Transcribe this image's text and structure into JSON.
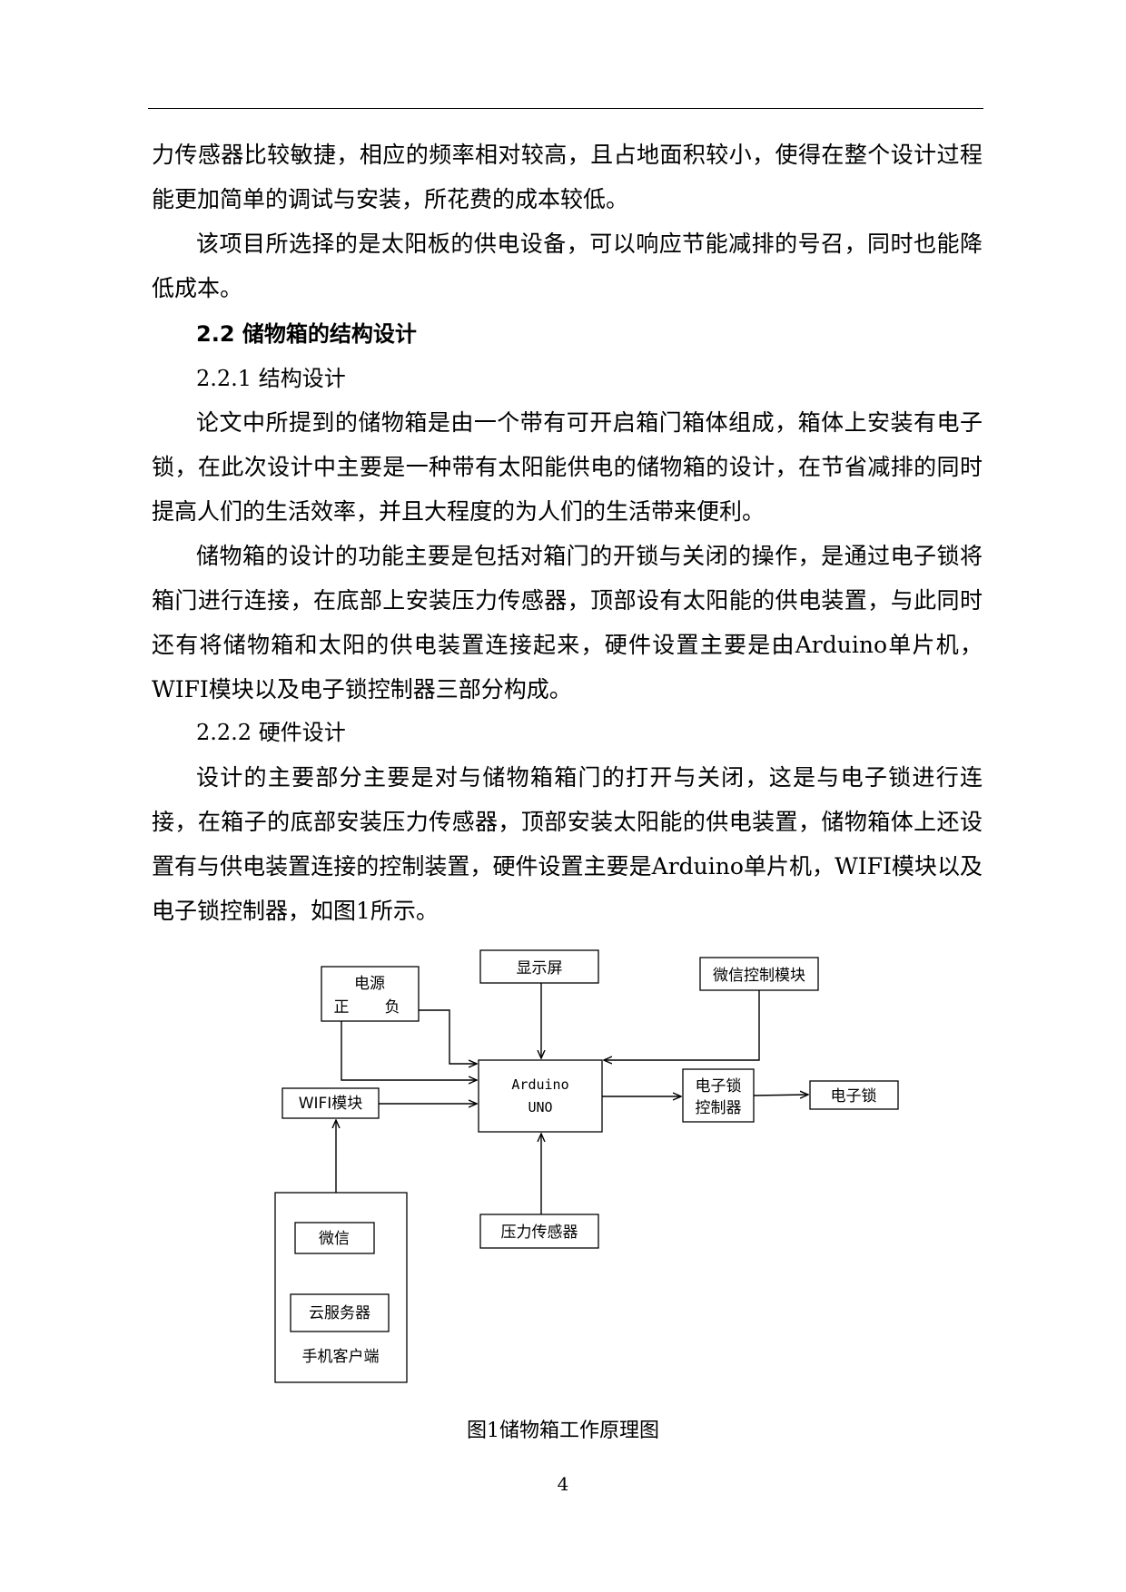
{
  "paragraphs": {
    "p1": "力传感器比较敏捷，相应的频率相对较高，且占地面积较小，使得在整个设计过程能更加简单的调试与安装，所花费的成本较低。",
    "p2": "该项目所选择的是太阳板的供电设备，可以响应节能减排的号召，同时也能降低成本。",
    "p3": "论文中所提到的储物箱是由一个带有可开启箱门箱体组成，箱体上安装有电子锁，在此次设计中主要是一种带有太阳能供电的储物箱的设计，在节省减排的同时提高人们的生活效率，并且大程度的为人们的生活带来便利。",
    "p4": "储物箱的设计的功能主要是包括对箱门的开锁与关闭的操作，是通过电子锁将箱门进行连接，在底部上安装压力传感器，顶部设有太阳能的供电装置，与此同时还有将储物箱和太阳的供电装置连接起来，硬件设置主要是由Arduino单片机，WIFI模块以及电子锁控制器三部分构成。",
    "p5": "设计的主要部分主要是对与储物箱箱门的打开与关闭，这是与电子锁进行连接，在箱子的底部安装压力传感器，顶部安装太阳能的供电装置，储物箱体上还设置有与供电装置连接的控制装置，硬件设置主要是Arduino单片机，WIFI模块以及电子锁控制器，如图1所示。"
  },
  "headings": {
    "section": "2.2 储物箱的结构设计",
    "sub1": "2.2.1 结构设计",
    "sub2": "2.2.2 硬件设计"
  },
  "diagram": {
    "power_title": "电源",
    "power_pos": "正",
    "power_neg": "负",
    "display": "显示屏",
    "wechat_control": "微信控制模块",
    "arduino_line1": "Arduino",
    "arduino_line2": "UNO",
    "lock_controller_line1": "电子锁",
    "lock_controller_line2": "控制器",
    "lock": "电子锁",
    "wifi": "WIFI模块",
    "pressure_sensor": "压力传感器",
    "wechat": "微信",
    "cloud_server": "云服务器",
    "phone_client": "手机客户端"
  },
  "caption": "图1储物箱工作原理图",
  "page_number": "4"
}
